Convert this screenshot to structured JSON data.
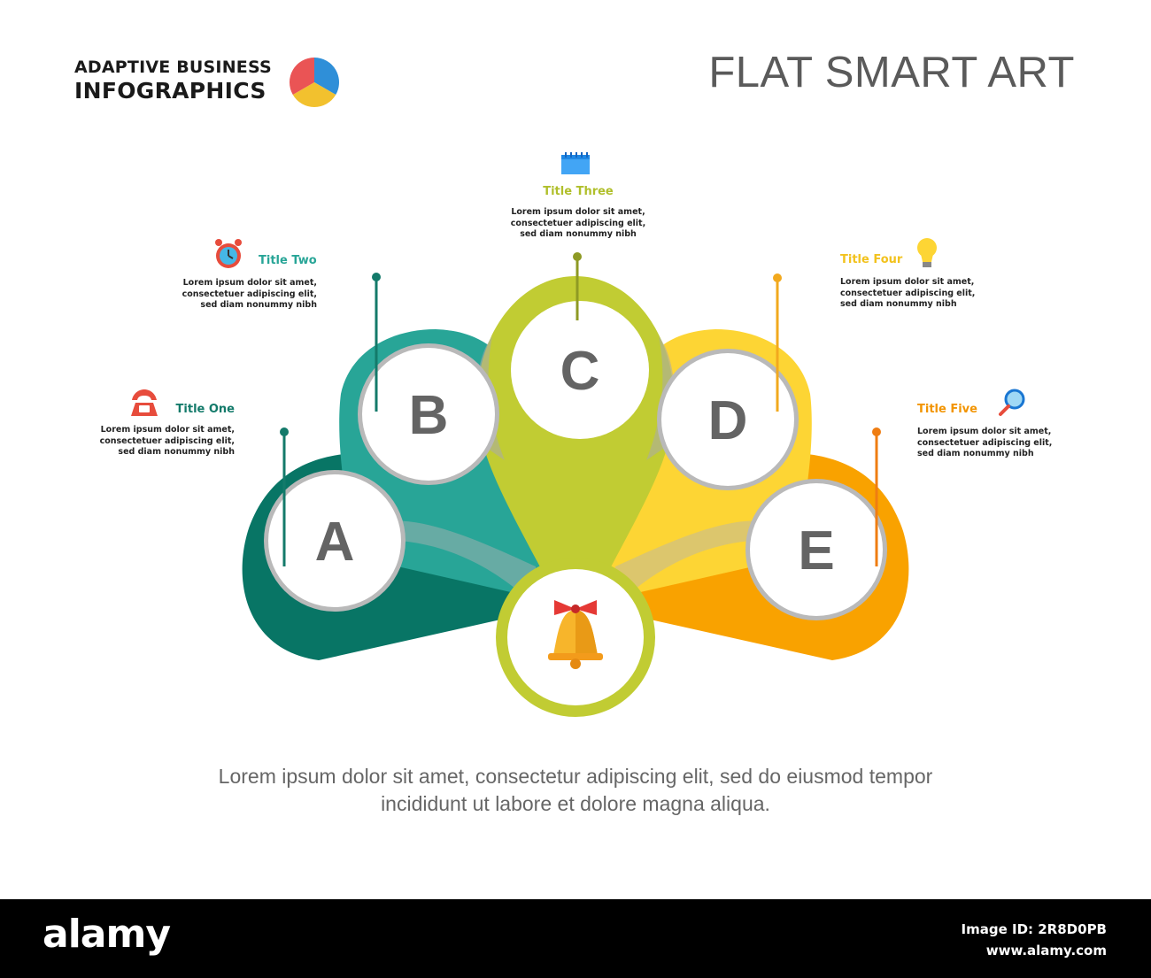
{
  "brand": {
    "line1": "ADAPTIVE BUSINESS",
    "line2": "INFOGRAPHICS",
    "pie_colors": [
      "#2f8fd8",
      "#f2c12e",
      "#ea5455"
    ]
  },
  "title": "FLAT SMART ART",
  "center_icon": "bell-icon",
  "petals": [
    {
      "letter": "A",
      "color": "#087565",
      "title": "Title One",
      "title_color": "#137a6a",
      "icon": "telephone-icon",
      "body": [
        "Lorem ipsum dolor sit amet,",
        "consectetuer adipiscing elit,",
        "sed diam nonummy nibh"
      ]
    },
    {
      "letter": "B",
      "color": "#28a597",
      "title": "Title Two",
      "title_color": "#28a597",
      "icon": "alarm-clock-icon",
      "body": [
        "Lorem ipsum dolor sit amet,",
        "consectetuer adipiscing elit,",
        "sed diam nonummy nibh"
      ]
    },
    {
      "letter": "C",
      "color": "#c1cc33",
      "title": "Title Three",
      "title_color": "#b0bf2b",
      "icon": "calendar-icon",
      "body": [
        "Lorem ipsum dolor sit amet,",
        "consectetuer adipiscing elit,",
        "sed diam nonummy nibh"
      ]
    },
    {
      "letter": "D",
      "color": "#fdd534",
      "title": "Title Four",
      "title_color": "#f2c21e",
      "icon": "light-bulb-icon",
      "body": [
        "Lorem ipsum dolor sit amet,",
        "consectetuer adipiscing elit,",
        "sed diam nonummy nibh"
      ]
    },
    {
      "letter": "E",
      "color": "#f9a200",
      "title": "Title Five",
      "title_color": "#f29400",
      "icon": "magnifier-icon",
      "body": [
        "Lorem ipsum dolor sit amet,",
        "consectetuer adipiscing elit,",
        "sed diam nonummy nibh"
      ]
    }
  ],
  "footer": {
    "line1": "Lorem ipsum dolor sit amet, consectetur adipiscing elit, sed do eiusmod tempor",
    "line2": "incididunt ut labore et dolore magna aliqua."
  },
  "stock": {
    "logo": "alamy",
    "image_id": "Image ID: 2R8D0PB",
    "url": "www.alamy.com"
  }
}
